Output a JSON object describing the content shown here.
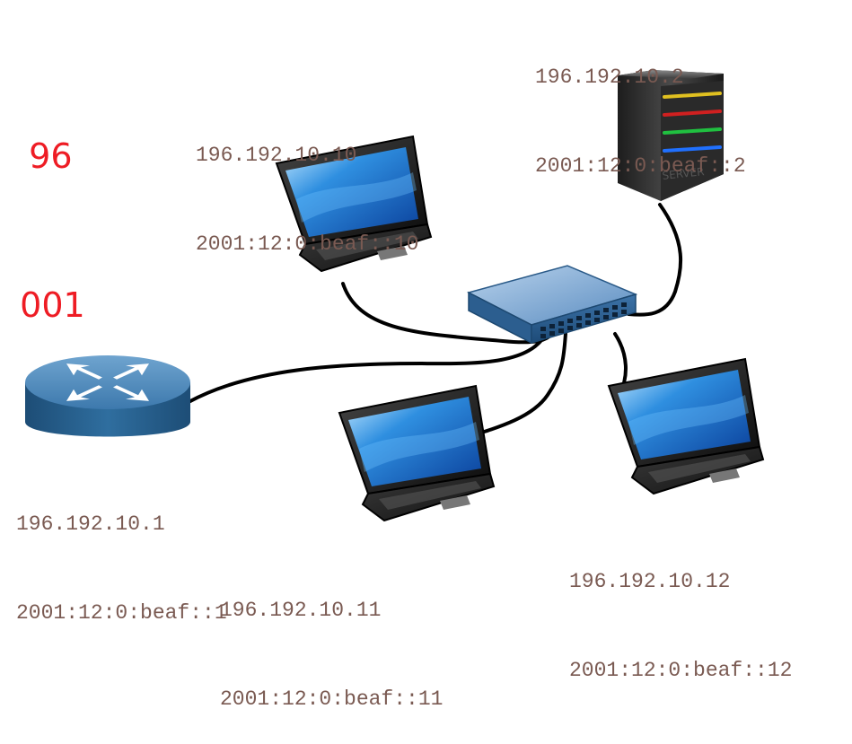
{
  "colors": {
    "address_text": "#7a5a52",
    "side_text": "#ee1c24",
    "cable": "#000000",
    "router": "#2c6591",
    "switch": "#3a6f9e"
  },
  "side_text": {
    "line1": "96",
    "line2": "001"
  },
  "server": {
    "icon": "server-icon",
    "ipv4": "196.192.10.2",
    "ipv6": "2001:12:0:beaf::2",
    "label": "SERVER"
  },
  "router": {
    "icon": "router-icon",
    "ipv4": "196.192.10.1",
    "ipv6": "2001:12:0:beaf::1"
  },
  "switch": {
    "icon": "switch-icon"
  },
  "laptops": [
    {
      "icon": "laptop-icon",
      "ipv4": "196.192.10.10",
      "ipv6": "2001:12:0:beaf::10"
    },
    {
      "icon": "laptop-icon",
      "ipv4": "196.192.10.11",
      "ipv6": "2001:12:0:beaf::11"
    },
    {
      "icon": "laptop-icon",
      "ipv4": "196.192.10.12",
      "ipv6": "2001:12:0:beaf::12"
    }
  ]
}
